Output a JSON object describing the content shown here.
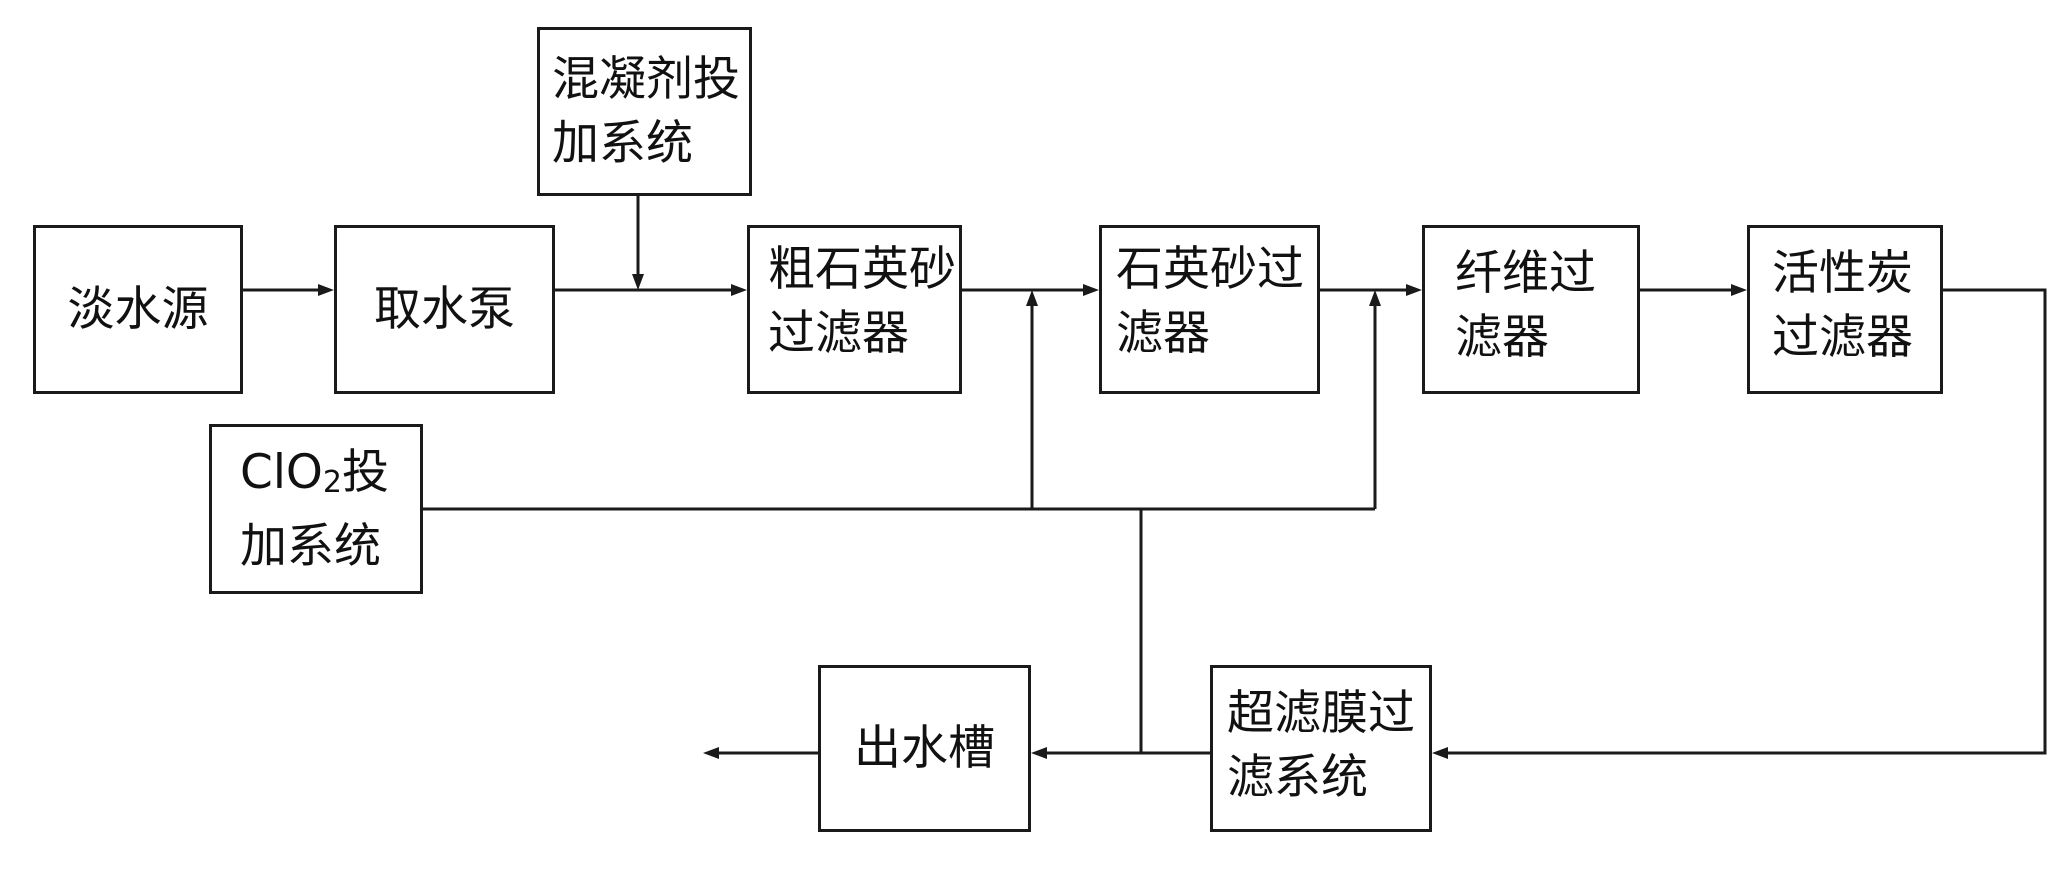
{
  "nodes": {
    "freshwater_source": "淡水源",
    "intake_pump": "取水泵",
    "coagulant_dosing": {
      "line1": "混凝剂投",
      "line2": "加系统"
    },
    "coarse_quartz_filter": {
      "line1": "粗石英砂",
      "line2": "过滤器"
    },
    "quartz_sand_filter": {
      "line1": "石英砂过",
      "line2": "滤器"
    },
    "fiber_filter": {
      "line1": "纤维过",
      "line2": "滤器"
    },
    "activated_carbon_filter": {
      "line1": "活性炭",
      "line2": "过滤器"
    },
    "clo2_dosing": {
      "line1_prefix": "ClO",
      "line1_sub": "2",
      "line1_suffix": "投",
      "line2": "加系统"
    },
    "outlet_tank": "出水槽",
    "ultrafiltration_system": {
      "line1": "超滤膜过",
      "line2": "滤系统"
    }
  }
}
